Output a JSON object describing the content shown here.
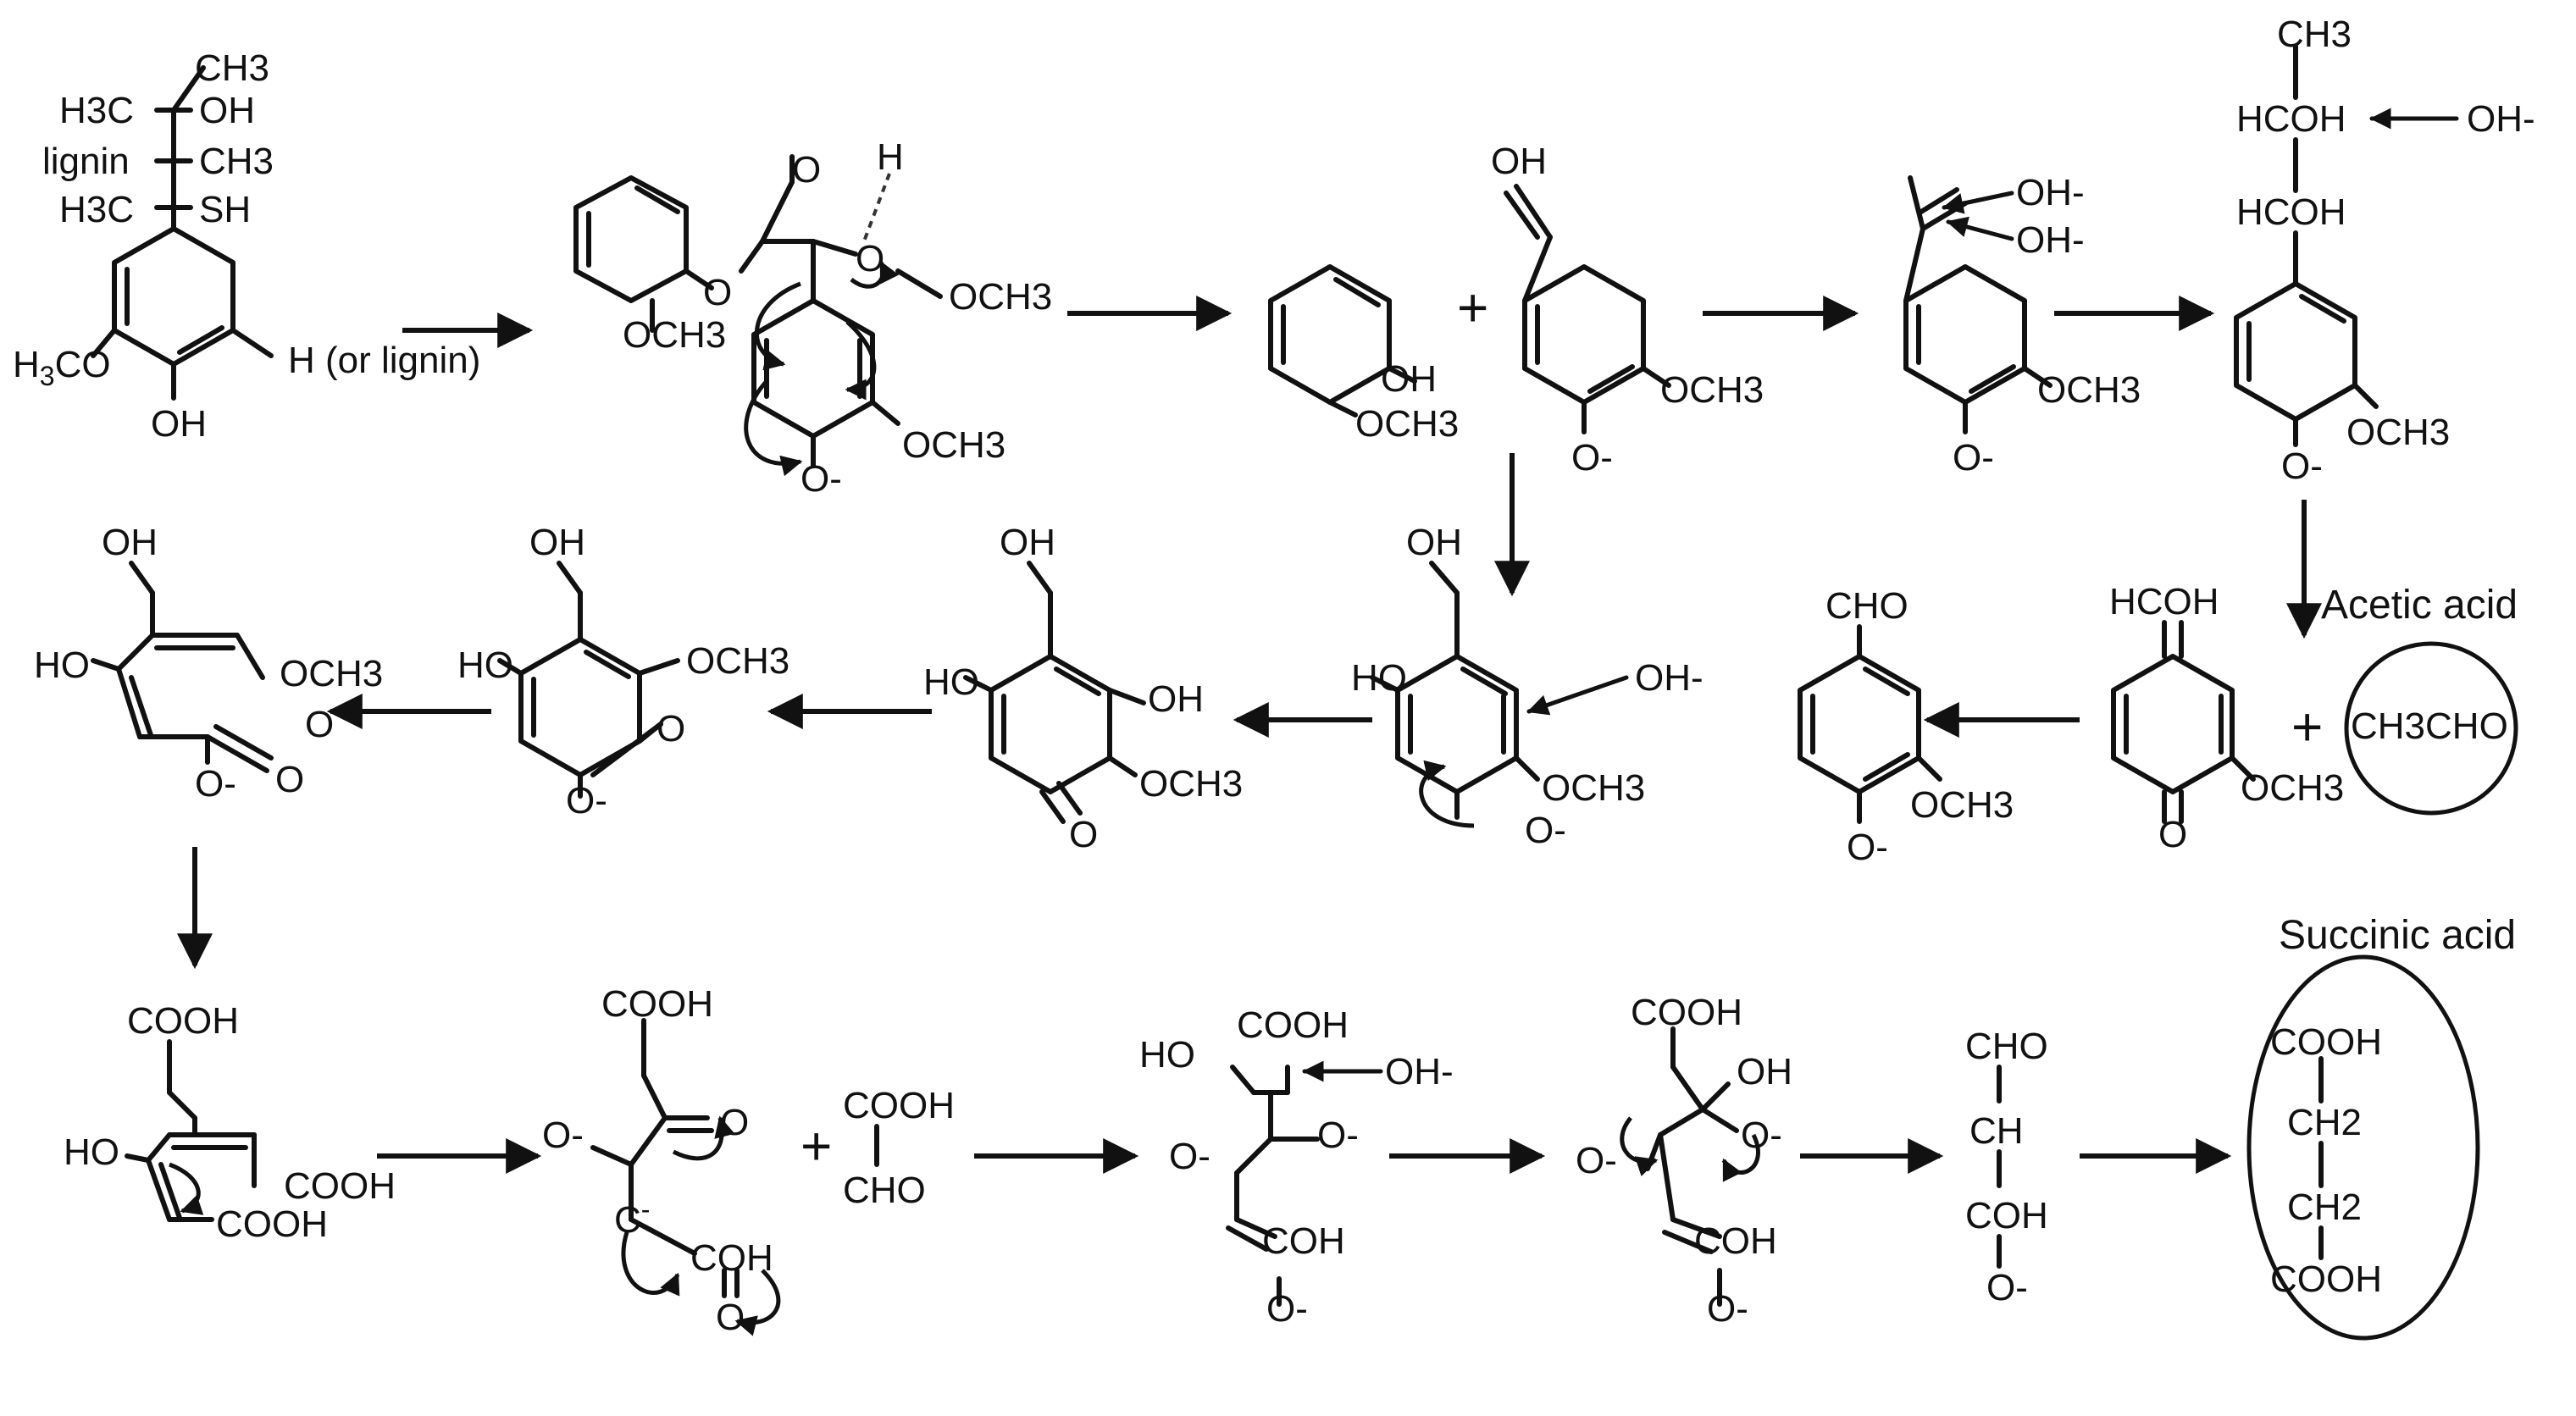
{
  "labels": {
    "ch3": "CH3",
    "h3c": "H3C",
    "oh": "OH",
    "o_minus": "O-",
    "och3": "OCH3",
    "sh": "SH",
    "lignin": "lignin",
    "h_or_lignin": "H (or lignin)",
    "h": "H",
    "o": "O",
    "oh_minus": "OH-",
    "hcoh": "HCOH",
    "cho": "CHO",
    "cooh": "COOH",
    "ch": "CH",
    "ch2": "CH2",
    "coh": "COH",
    "ch3cho": "CH3CHO",
    "plus": "+"
  },
  "products": {
    "acetic_acid": "Acetic acid",
    "succinic_acid": "Succinic acid"
  }
}
